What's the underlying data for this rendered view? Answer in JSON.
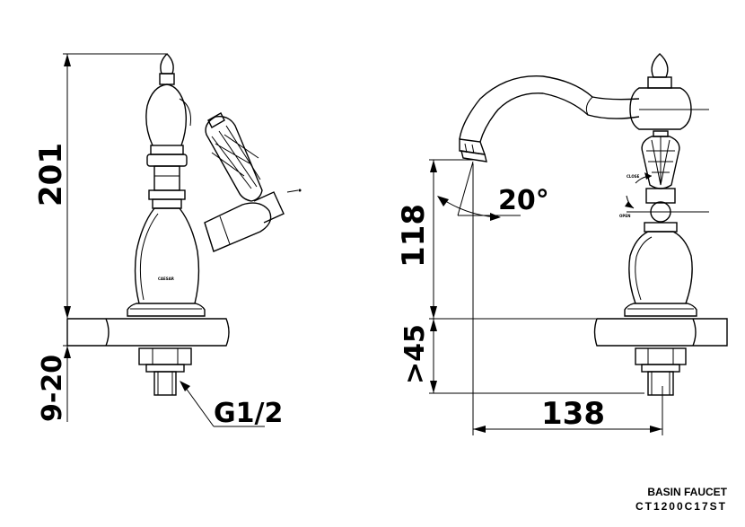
{
  "dimensions": {
    "total_height": "201",
    "deck_thickness": "9-20",
    "thread": "G1/2",
    "angle": "20°",
    "spout_height": "118",
    "min_depth": ">45",
    "reach": "138"
  },
  "brand_marks": {
    "body_mark": "CAESAR",
    "handle_close": "CLOSE",
    "handle_open": "OPEN"
  },
  "title": {
    "product": "BASIN FAUCET",
    "model": "CT1200C17ST"
  }
}
